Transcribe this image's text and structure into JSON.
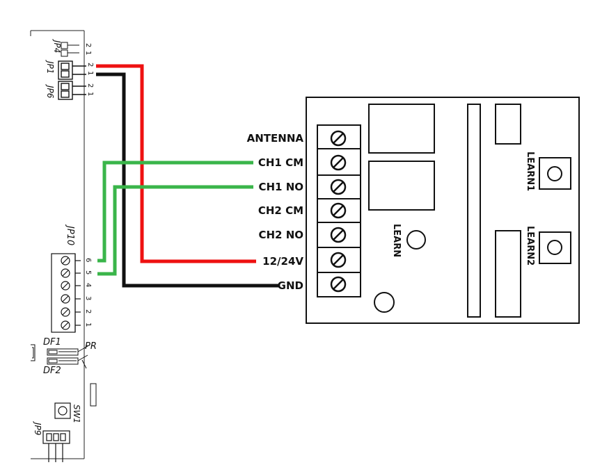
{
  "colors": {
    "red_wire": "#ee1111",
    "black_wire": "#111111",
    "green_wire": "#3ab54a"
  },
  "controller": {
    "jumpers": {
      "jp4": "JP4",
      "jp1": "JP1",
      "jp6": "JP6",
      "jp10": "JP10",
      "jp9": "JP9"
    },
    "pins": {
      "two": "2",
      "one": "1",
      "three": "3",
      "four": "4",
      "five": "5",
      "six": "6"
    },
    "df1": "DF1",
    "df2": "DF2",
    "pr": "PR",
    "sw1": "SW1"
  },
  "receiver": {
    "terminals": [
      "ANTENNA",
      "CH1 CM",
      "CH1 NO",
      "CH2 CM",
      "CH2 NO",
      "12/24V",
      "GND"
    ],
    "learn": "LEARN",
    "learn1": "LEARN1",
    "learn2": "LEARN2"
  }
}
